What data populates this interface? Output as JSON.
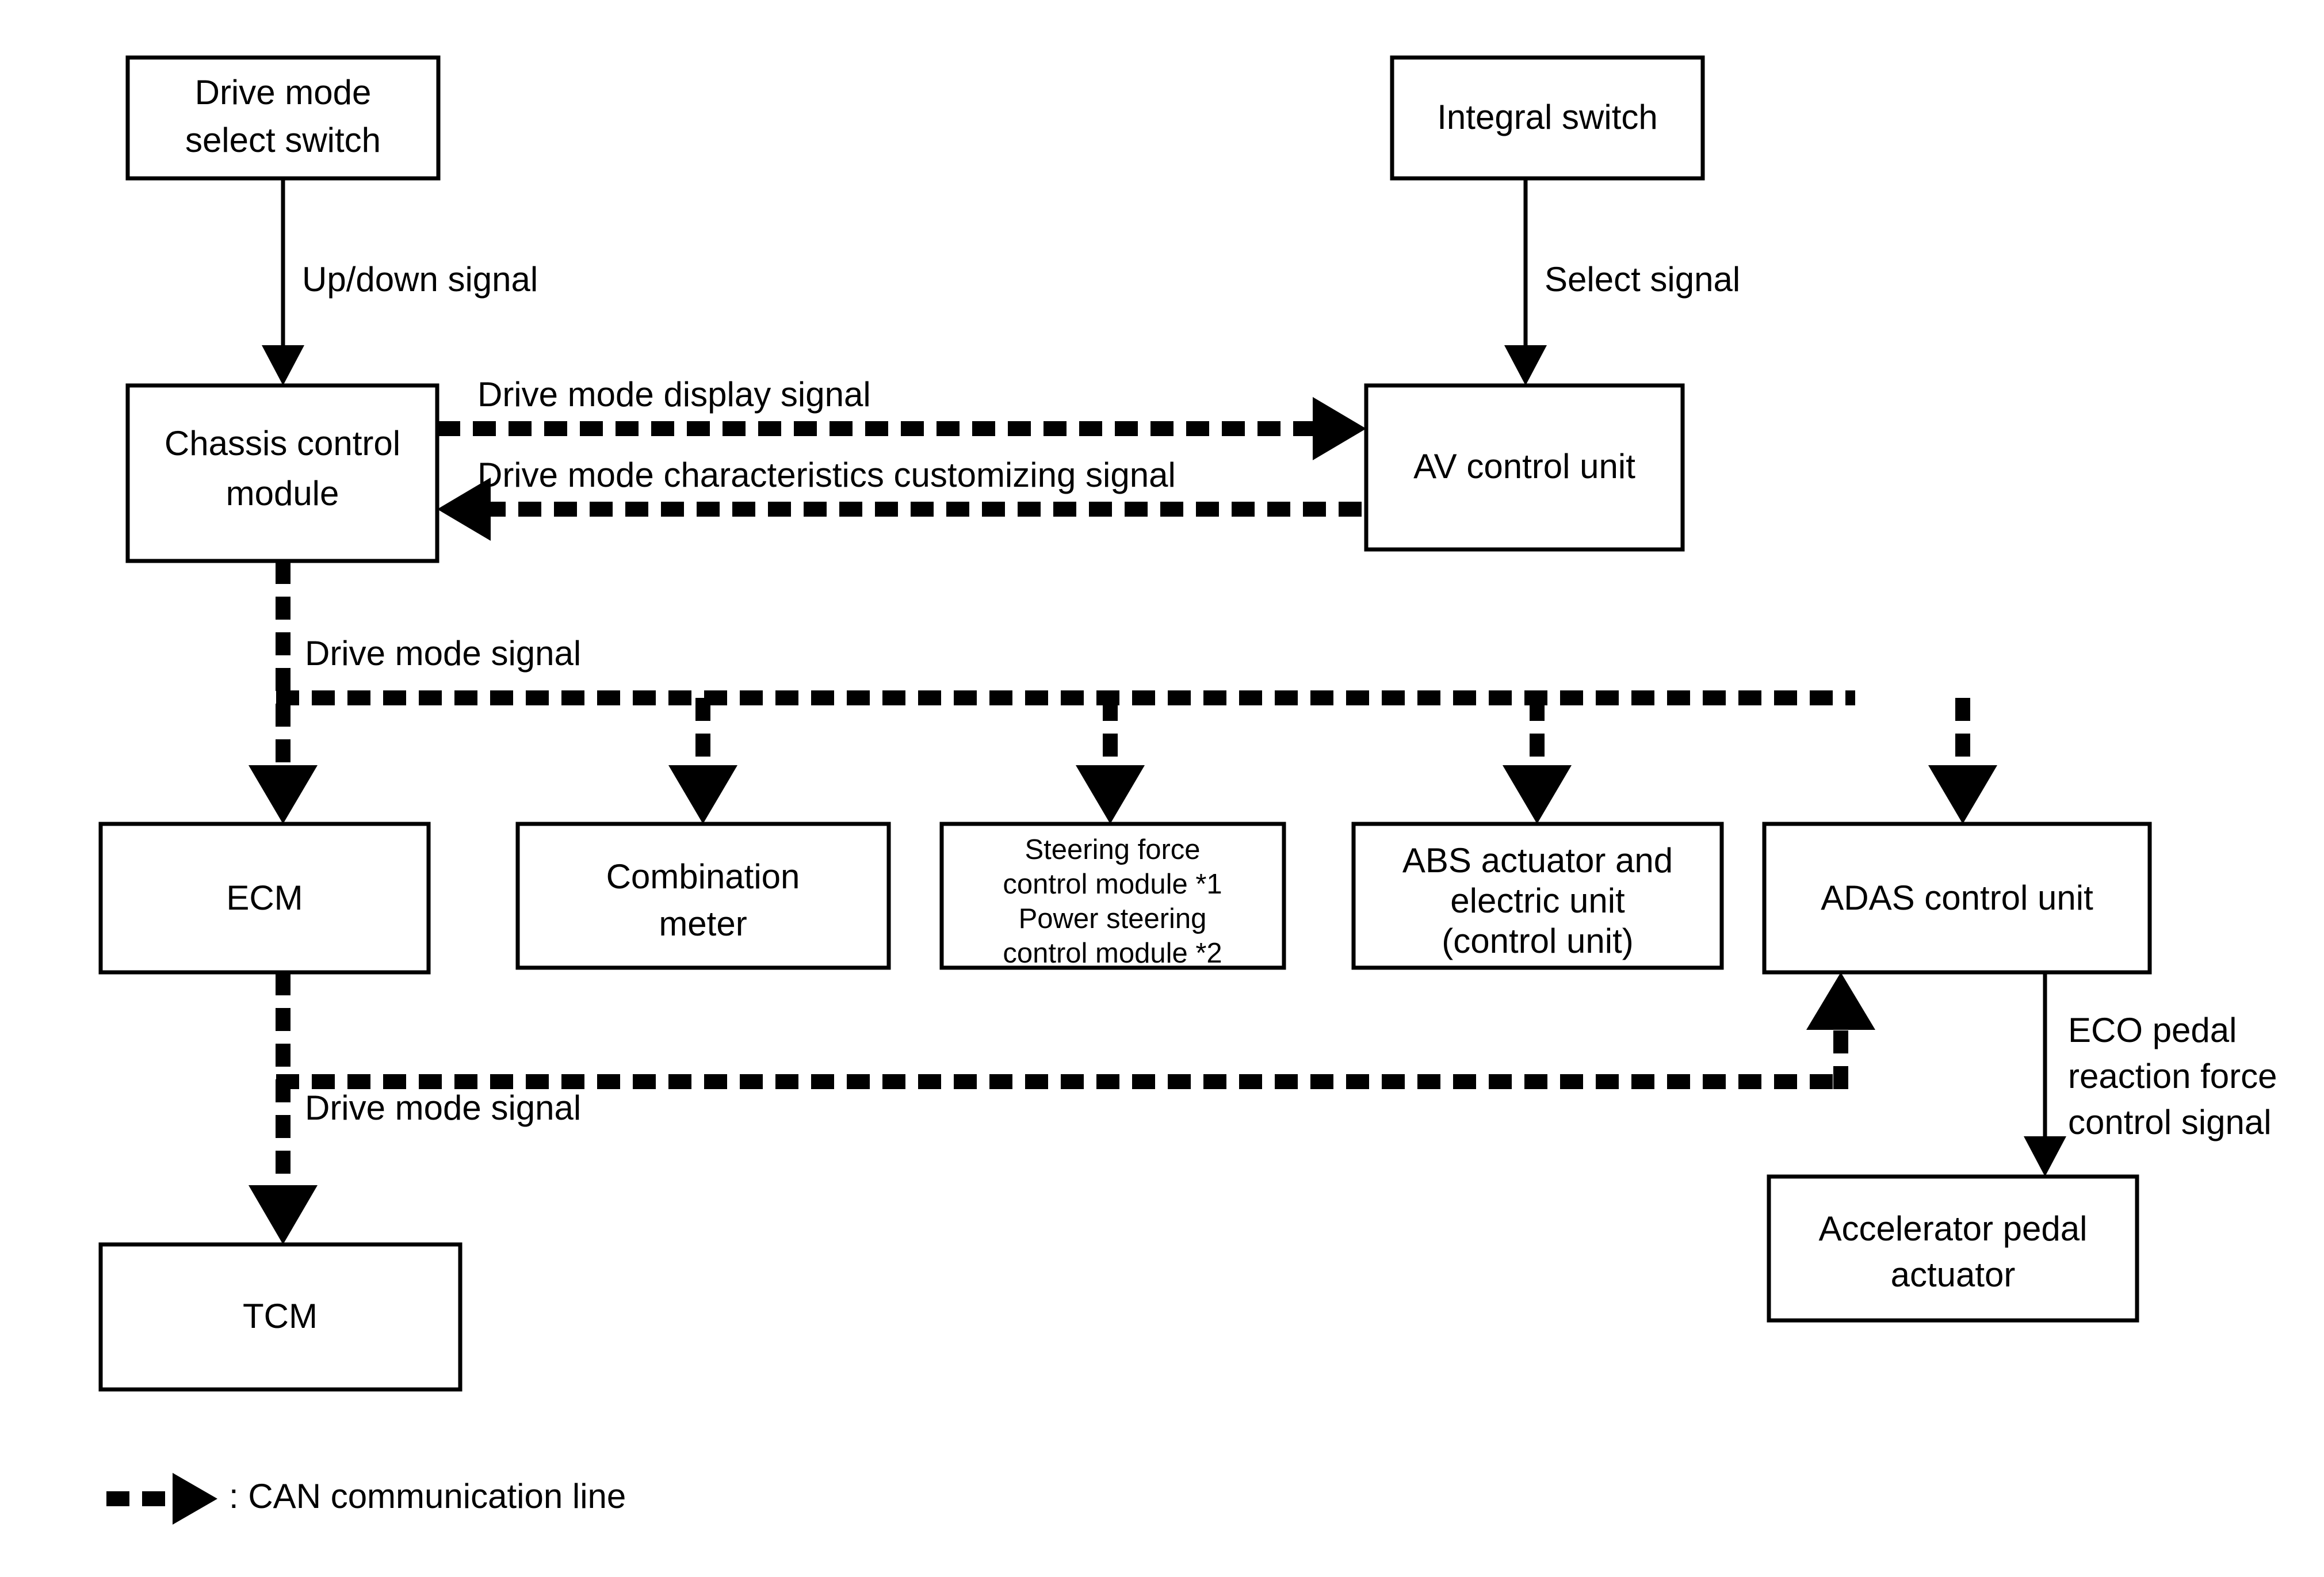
{
  "diagram": {
    "title": "Drive mode system CAN communication block diagram",
    "colors": {
      "line": "#000000",
      "box_fill": "#ffffff",
      "background": "#ffffff"
    },
    "nodes": {
      "drive_mode_select_switch": {
        "line1": "Drive mode",
        "line2": "select switch"
      },
      "integral_switch": {
        "line1": "Integral switch"
      },
      "chassis_control_module": {
        "line1": "Chassis control",
        "line2": "module"
      },
      "av_control_unit": {
        "line1": "AV control unit"
      },
      "ecm": {
        "line1": "ECM"
      },
      "combination_meter": {
        "line1": "Combination",
        "line2": "meter"
      },
      "steering_module": {
        "line1": "Steering force",
        "line2": "control module *1",
        "line3": "Power steering",
        "line4": "control module *2"
      },
      "abs_actuator": {
        "line1": "ABS actuator and",
        "line2": "electric unit",
        "line3": "(control unit)"
      },
      "adas_control_unit": {
        "line1": "ADAS control unit"
      },
      "accelerator_pedal_actuator": {
        "line1": "Accelerator pedal",
        "line2": "actuator"
      },
      "tcm": {
        "line1": "TCM"
      }
    },
    "edge_labels": {
      "up_down_signal": "Up/down signal",
      "select_signal": "Select signal",
      "drive_mode_display_signal": "Drive mode display signal",
      "drive_mode_characteristics_customizing_signal": "Drive mode characteristics customizing signal",
      "drive_mode_signal_bus": "Drive mode signal",
      "drive_mode_signal_tcm": "Drive mode signal",
      "eco_pedal_signal_line1": "ECO pedal",
      "eco_pedal_signal_line2": "reaction force",
      "eco_pedal_signal_line3": "control signal"
    },
    "legend": {
      "text": ": CAN communication line"
    }
  }
}
